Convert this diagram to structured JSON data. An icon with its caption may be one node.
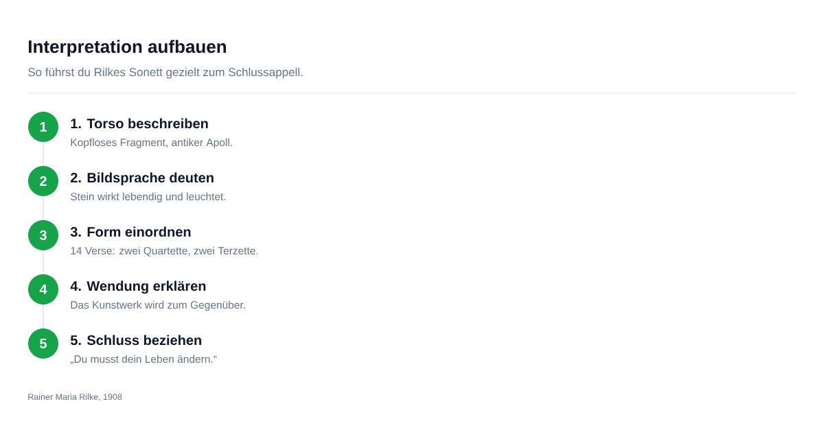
{
  "diagram": {
    "title": "Interpretation aufbauen",
    "nodes": [
      {
        "text": [
          "1"
        ],
        "beside": [
          "1. Torso beschreiben",
          "Kopfloses Fragment, antiker Apoll."
        ]
      },
      {
        "text": [
          "2"
        ],
        "beside": [
          "2. Bildsprache deuten",
          "Stein wirkt lebendig und leuchtet."
        ]
      },
      {
        "text": [
          "3"
        ],
        "beside": [
          "3. Form einordnen",
          "14 Verse: zwei Quartette, zwei Terzette."
        ]
      },
      {
        "text": [
          "4"
        ],
        "beside": [
          "4. Wendung erklären",
          "Das Kunstwerk wird zum Gegenüber."
        ]
      },
      {
        "text": [
          "5"
        ],
        "beside": [
          "5. Schluss beziehen",
          "„Du musst dein Leben ändern.“"
        ]
      }
    ],
    "edges": [
      {
        "from": 0,
        "to": 1,
        "arrow": "none"
      },
      {
        "from": 1,
        "to": 2,
        "arrow": "none"
      },
      {
        "from": 2,
        "to": 3,
        "arrow": "none"
      },
      {
        "from": 3,
        "to": 4,
        "arrow": "none"
      }
    ],
    "labels": [
      "So führst du Rilkes Sonett gezielt zum Schlussappell.",
      "Rainer Maria Rilke, 1908"
    ]
  }
}
